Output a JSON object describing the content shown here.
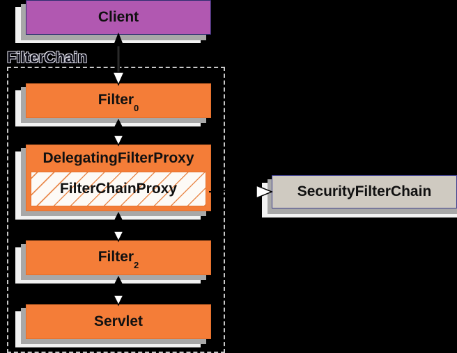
{
  "diagram": {
    "title": "Spring Security FilterChain diagram",
    "colors": {
      "background": "#000000",
      "client_fill": "#b158b1",
      "client_border": "#2d2d6e",
      "filter_fill": "#f47d38",
      "filter_border": "#e2702c",
      "security_fill": "#cfcac1",
      "security_border": "#3c3c8c",
      "shadow_white": "#f2f2f2",
      "shadow_gray": "#a8a8a8",
      "dashed_border": "#c9c9c9",
      "text": "#101010"
    },
    "group": {
      "label": "FilterChain"
    },
    "nodes": {
      "client": {
        "label": "Client"
      },
      "filter0": {
        "label": "Filter",
        "subscript": "0"
      },
      "delegating_filter_proxy": {
        "label": "DelegatingFilterProxy"
      },
      "filter_chain_proxy": {
        "label": "FilterChainProxy"
      },
      "filter2": {
        "label": "Filter",
        "subscript": "2"
      },
      "servlet": {
        "label": "Servlet"
      },
      "security_filter_chain": {
        "label": "SecurityFilterChain"
      }
    },
    "edges": [
      {
        "from": "filter0",
        "to": "client",
        "style": "double-arrow-vertical"
      },
      {
        "from": "delegating_filter_proxy",
        "to": "filter0",
        "style": "double-arrow-vertical"
      },
      {
        "from": "filter2",
        "to": "delegating_filter_proxy",
        "style": "double-arrow-vertical"
      },
      {
        "from": "servlet",
        "to": "filter2",
        "style": "double-arrow-vertical"
      },
      {
        "from": "filter_chain_proxy",
        "to": "security_filter_chain",
        "style": "open-arrow-horizontal"
      }
    ]
  }
}
